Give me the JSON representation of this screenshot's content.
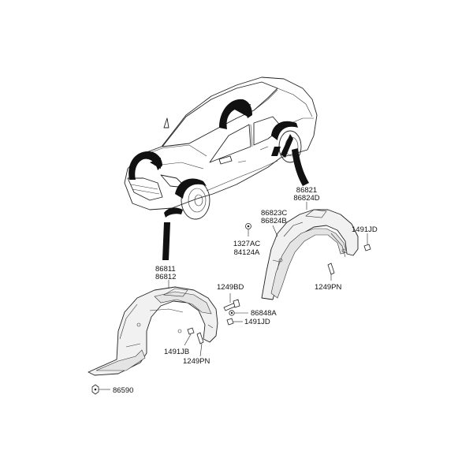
{
  "parts": {
    "front_liner": {
      "line1": "86811",
      "line2": "86812"
    },
    "rear_liner": {
      "line1": "86821",
      "line2": "86824D"
    },
    "rear_liner_sub": {
      "line1": "86823C",
      "line2": "86824B"
    },
    "nut_rear": {
      "line1": "1327AC",
      "line2": "84124A"
    },
    "clip_rear_right": "1491JD",
    "screw_rear_bottom": "1249PN",
    "bolt_front_top": "1249BD",
    "clip_front_a": "86848A",
    "clip_front_b": "1491JD",
    "clip_front_c": "1491JB",
    "screw_front": "1249PN",
    "nut_front": "86590"
  }
}
